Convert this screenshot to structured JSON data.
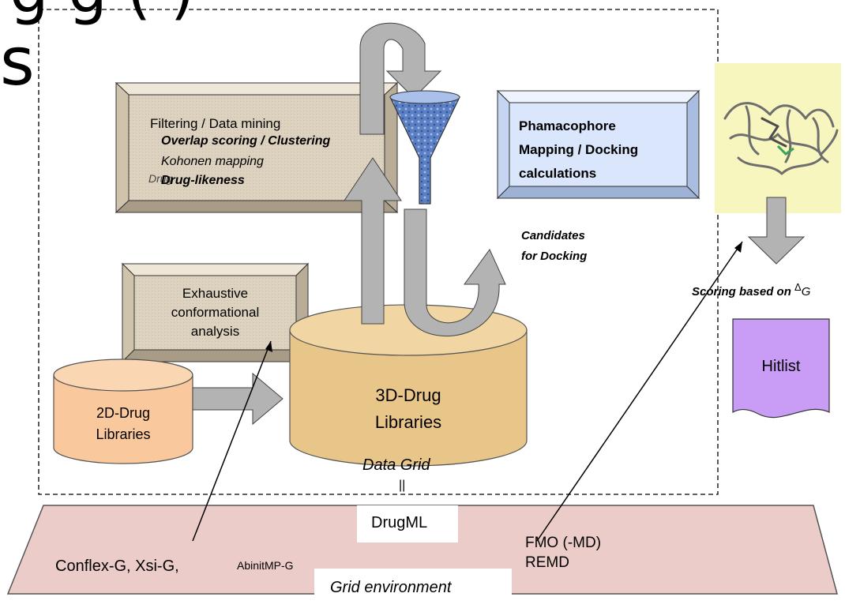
{
  "slide": {
    "title_fragment": "g    g (   )",
    "title_side_letter": "s"
  },
  "boxes": {
    "filtering": {
      "heading": "Filtering / Data mining",
      "line1": "Overlap scoring / Clustering",
      "line2": "Kohonen mapping",
      "line3": "Drug-likeness",
      "overlap": "Drug"
    },
    "pharmacophore": {
      "line1": "Phamacophore",
      "line2": "Mapping / Docking",
      "line3": "calculations"
    },
    "conformational": {
      "line1": "Exhaustive",
      "line2": "conformational",
      "line3": "analysis"
    }
  },
  "libraries": {
    "lib2d": {
      "line1": "2D-Drug",
      "line2": "Libraries"
    },
    "lib3d": {
      "line1": "3D-Drug",
      "line2": "Libraries"
    }
  },
  "labels": {
    "candidates_line1": "Candidates",
    "candidates_line2": "for Docking",
    "scoring": "Scoring based on",
    "delta": "Δ",
    "g": "G",
    "hitlist": "Hitlist",
    "data_grid": "Data Grid",
    "equals": "||",
    "drugml": "DrugML",
    "conflex": "Conflex-G, Xsi-G,",
    "abinit": "AbinitMP-G",
    "fmo": "FMO (-MD)",
    "remd": "REMD",
    "grid_env": "Grid environment"
  },
  "colors": {
    "box_beige": "#ded3c0",
    "box_blue": "#d9e6fb",
    "cyl_orange": "#f9c89d",
    "cyl_gold": "#e8c68a",
    "hitlist": "#c99cf5",
    "grid_pink": "#ecccc9",
    "protein_bg": "#f7f6bf",
    "arrow_gray": "#b3b3b3",
    "funnel_blue": "#5b7fc3"
  }
}
